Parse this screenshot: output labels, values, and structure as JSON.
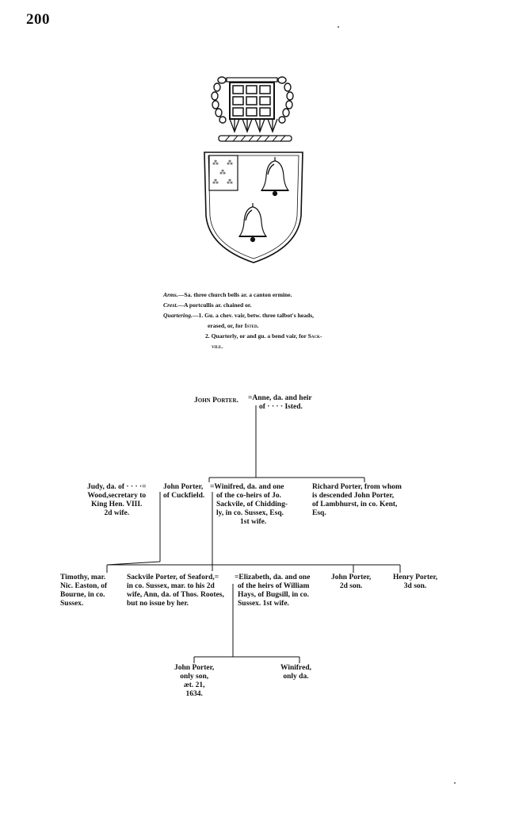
{
  "page_number": "200",
  "arms_notes": [
    {
      "label": "Arms.",
      "text": "—Sa. three church bells ar. a canton ermine."
    },
    {
      "label": "Crest.",
      "text": "—A portcullis ar. chained or."
    },
    {
      "label": "Quartering.",
      "text": "—1. Gu. a chev. vair, betw. three talbot's heads,"
    },
    {
      "label": "",
      "text": "erased, or, for ",
      "smallcaps": "Isted."
    },
    {
      "label": "",
      "text": "2. Quarterly, or and gu. a bend vair, for ",
      "smallcaps": "Sack-"
    },
    {
      "label": "",
      "text": "",
      "smallcaps": "vile."
    }
  ],
  "pedigree": {
    "john_porter_sr": {
      "name": "John Porter."
    },
    "anne": {
      "lines": [
        "=Anne, da. and heir",
        "of · · · · Isted."
      ]
    },
    "judy": {
      "lines": [
        "Judy, da. of · · · ·=",
        "Wood,secretary to",
        "King Hen. VIII.",
        "2d wife."
      ]
    },
    "john_porter_cuckfield": {
      "lines": [
        "John Porter,",
        "of Cuckfield."
      ]
    },
    "winifred_wife": {
      "lines": [
        "=Winifred, da. and one",
        "of the co-heirs of Jo.",
        "Sackvile, of Chidding-",
        "ly, in co. Sussex, Esq.",
        "1st wife."
      ]
    },
    "richard_porter": {
      "lines": [
        "Richard Porter, from whom",
        "is descended John Porter,",
        "of Lambhurst, in co. Kent,",
        "Esq."
      ]
    },
    "timothy": {
      "lines": [
        "Timothy, mar.",
        "Nic. Easton, of",
        "Bourne, in co.",
        "Sussex."
      ]
    },
    "sackvile_porter": {
      "lines": [
        "Sackvile Porter, of Seaford,=",
        "in co. Sussex, mar. to his 2d",
        "wife, Ann, da. of Thos. Rootes,",
        "but no issue by her."
      ]
    },
    "elizabeth": {
      "lines": [
        "=Elizabeth, da. and one",
        "of the heirs of William",
        "Hays, of Bugsill, in co.",
        "Sussex. 1st wife."
      ]
    },
    "john_porter_2d": {
      "lines": [
        "John Porter,",
        "2d son."
      ]
    },
    "henry_porter": {
      "lines": [
        "Henry Porter,",
        "3d son."
      ]
    },
    "john_porter_only": {
      "lines": [
        "John Porter,",
        "only son,",
        "æt. 21,",
        "1634."
      ]
    },
    "winifred_only": {
      "lines": [
        "Winifred,",
        "only da."
      ]
    }
  }
}
